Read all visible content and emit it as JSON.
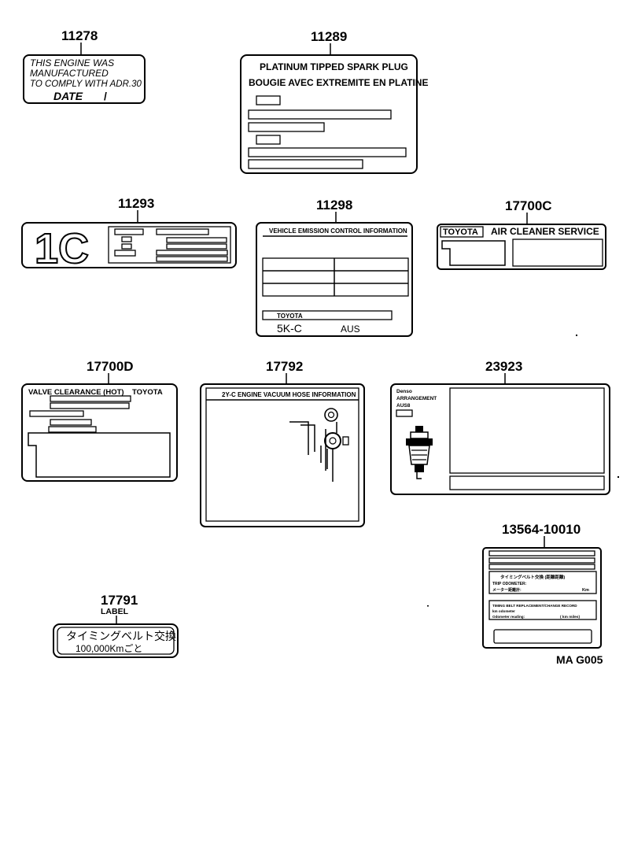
{
  "parts": {
    "p11278": {
      "number": "11278",
      "line1": "THIS ENGINE WAS",
      "line2": "MANUFACTURED",
      "line3": "TO COMPLY WITH ADR.30",
      "date": "DATE",
      "slash": "/"
    },
    "p11289": {
      "number": "11289",
      "line1": "PLATINUM  TIPPED  SPARK  PLUG",
      "line2": "BOUGIE  AVEC  EXTREMITE  EN  PLATINE"
    },
    "p11293": {
      "number": "11293",
      "big": "1C"
    },
    "p11298": {
      "number": "11298",
      "title": "VEHICLE  EMISSION  CONTROL  INFORMATION",
      "brand": "TOYOTA",
      "engine": "5K-C",
      "region": "AUS"
    },
    "p17700C": {
      "number": "17700C",
      "brand": "TOYOTA",
      "title": "AIR  CLEANER  SERVICE"
    },
    "p17700D": {
      "number": "17700D",
      "title": "VALVE  CLEARANCE (HOT)",
      "brand": "TOYOTA"
    },
    "p17792": {
      "number": "17792",
      "title": "2Y-C  ENGINE VACUUM HOSE  INFORMATION"
    },
    "p23923": {
      "number": "23923",
      "line1": "Denso",
      "line2": "ARRANGEMENT",
      "line3": "AUS8"
    },
    "p13564": {
      "number": "13564-10010",
      "row1": "タイミングベルト交換 (距離距離)",
      "row2": "TRIP ODOMETER:",
      "row3": "メーター距離計:",
      "row4": "TIMING BELT REPLACEMENT/CHANGE RECORD",
      "row5": "km  odometer",
      "row6": "Odometer reading:",
      "row7": "( km  miles)",
      "unit": "Km"
    },
    "p17791": {
      "number": "17791",
      "sub": "LABEL",
      "jp": "タイミングベルト交換",
      "dist": "100,000Kmごと"
    },
    "footer": {
      "code": "MA G005"
    }
  }
}
